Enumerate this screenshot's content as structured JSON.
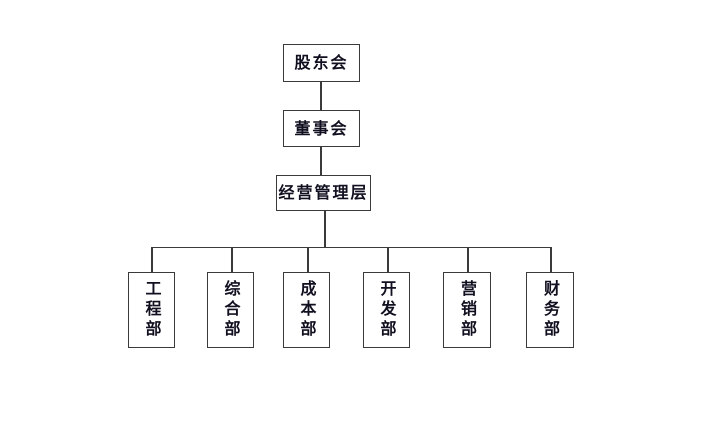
{
  "chart": {
    "type": "org-chart",
    "title": "",
    "background_color": "#ffffff",
    "line_color": "#3a3a3a",
    "text_color": "#101020",
    "levels": [
      {
        "level": 1,
        "nodes": [
          {
            "id": "shareholders",
            "label": "股东会",
            "orientation": "horizontal"
          }
        ]
      },
      {
        "level": 2,
        "nodes": [
          {
            "id": "board",
            "label": "董事会",
            "orientation": "horizontal"
          }
        ]
      },
      {
        "level": 3,
        "nodes": [
          {
            "id": "management",
            "label": "经营管理层",
            "orientation": "horizontal"
          }
        ]
      },
      {
        "level": 4,
        "nodes": [
          {
            "id": "engineering",
            "label": "工程部",
            "orientation": "vertical"
          },
          {
            "id": "general-affairs",
            "label": "综合部",
            "orientation": "vertical"
          },
          {
            "id": "cost",
            "label": "成本部",
            "orientation": "vertical"
          },
          {
            "id": "development",
            "label": "开发部",
            "orientation": "vertical"
          },
          {
            "id": "marketing",
            "label": "营销部",
            "orientation": "vertical"
          },
          {
            "id": "finance",
            "label": "财务部",
            "orientation": "vertical"
          }
        ]
      }
    ],
    "edges": [
      {
        "from": "shareholders",
        "to": "board"
      },
      {
        "from": "board",
        "to": "management"
      },
      {
        "from": "management",
        "to": "engineering"
      },
      {
        "from": "management",
        "to": "general-affairs"
      },
      {
        "from": "management",
        "to": "cost"
      },
      {
        "from": "management",
        "to": "development"
      },
      {
        "from": "management",
        "to": "marketing"
      },
      {
        "from": "management",
        "to": "finance"
      }
    ]
  }
}
